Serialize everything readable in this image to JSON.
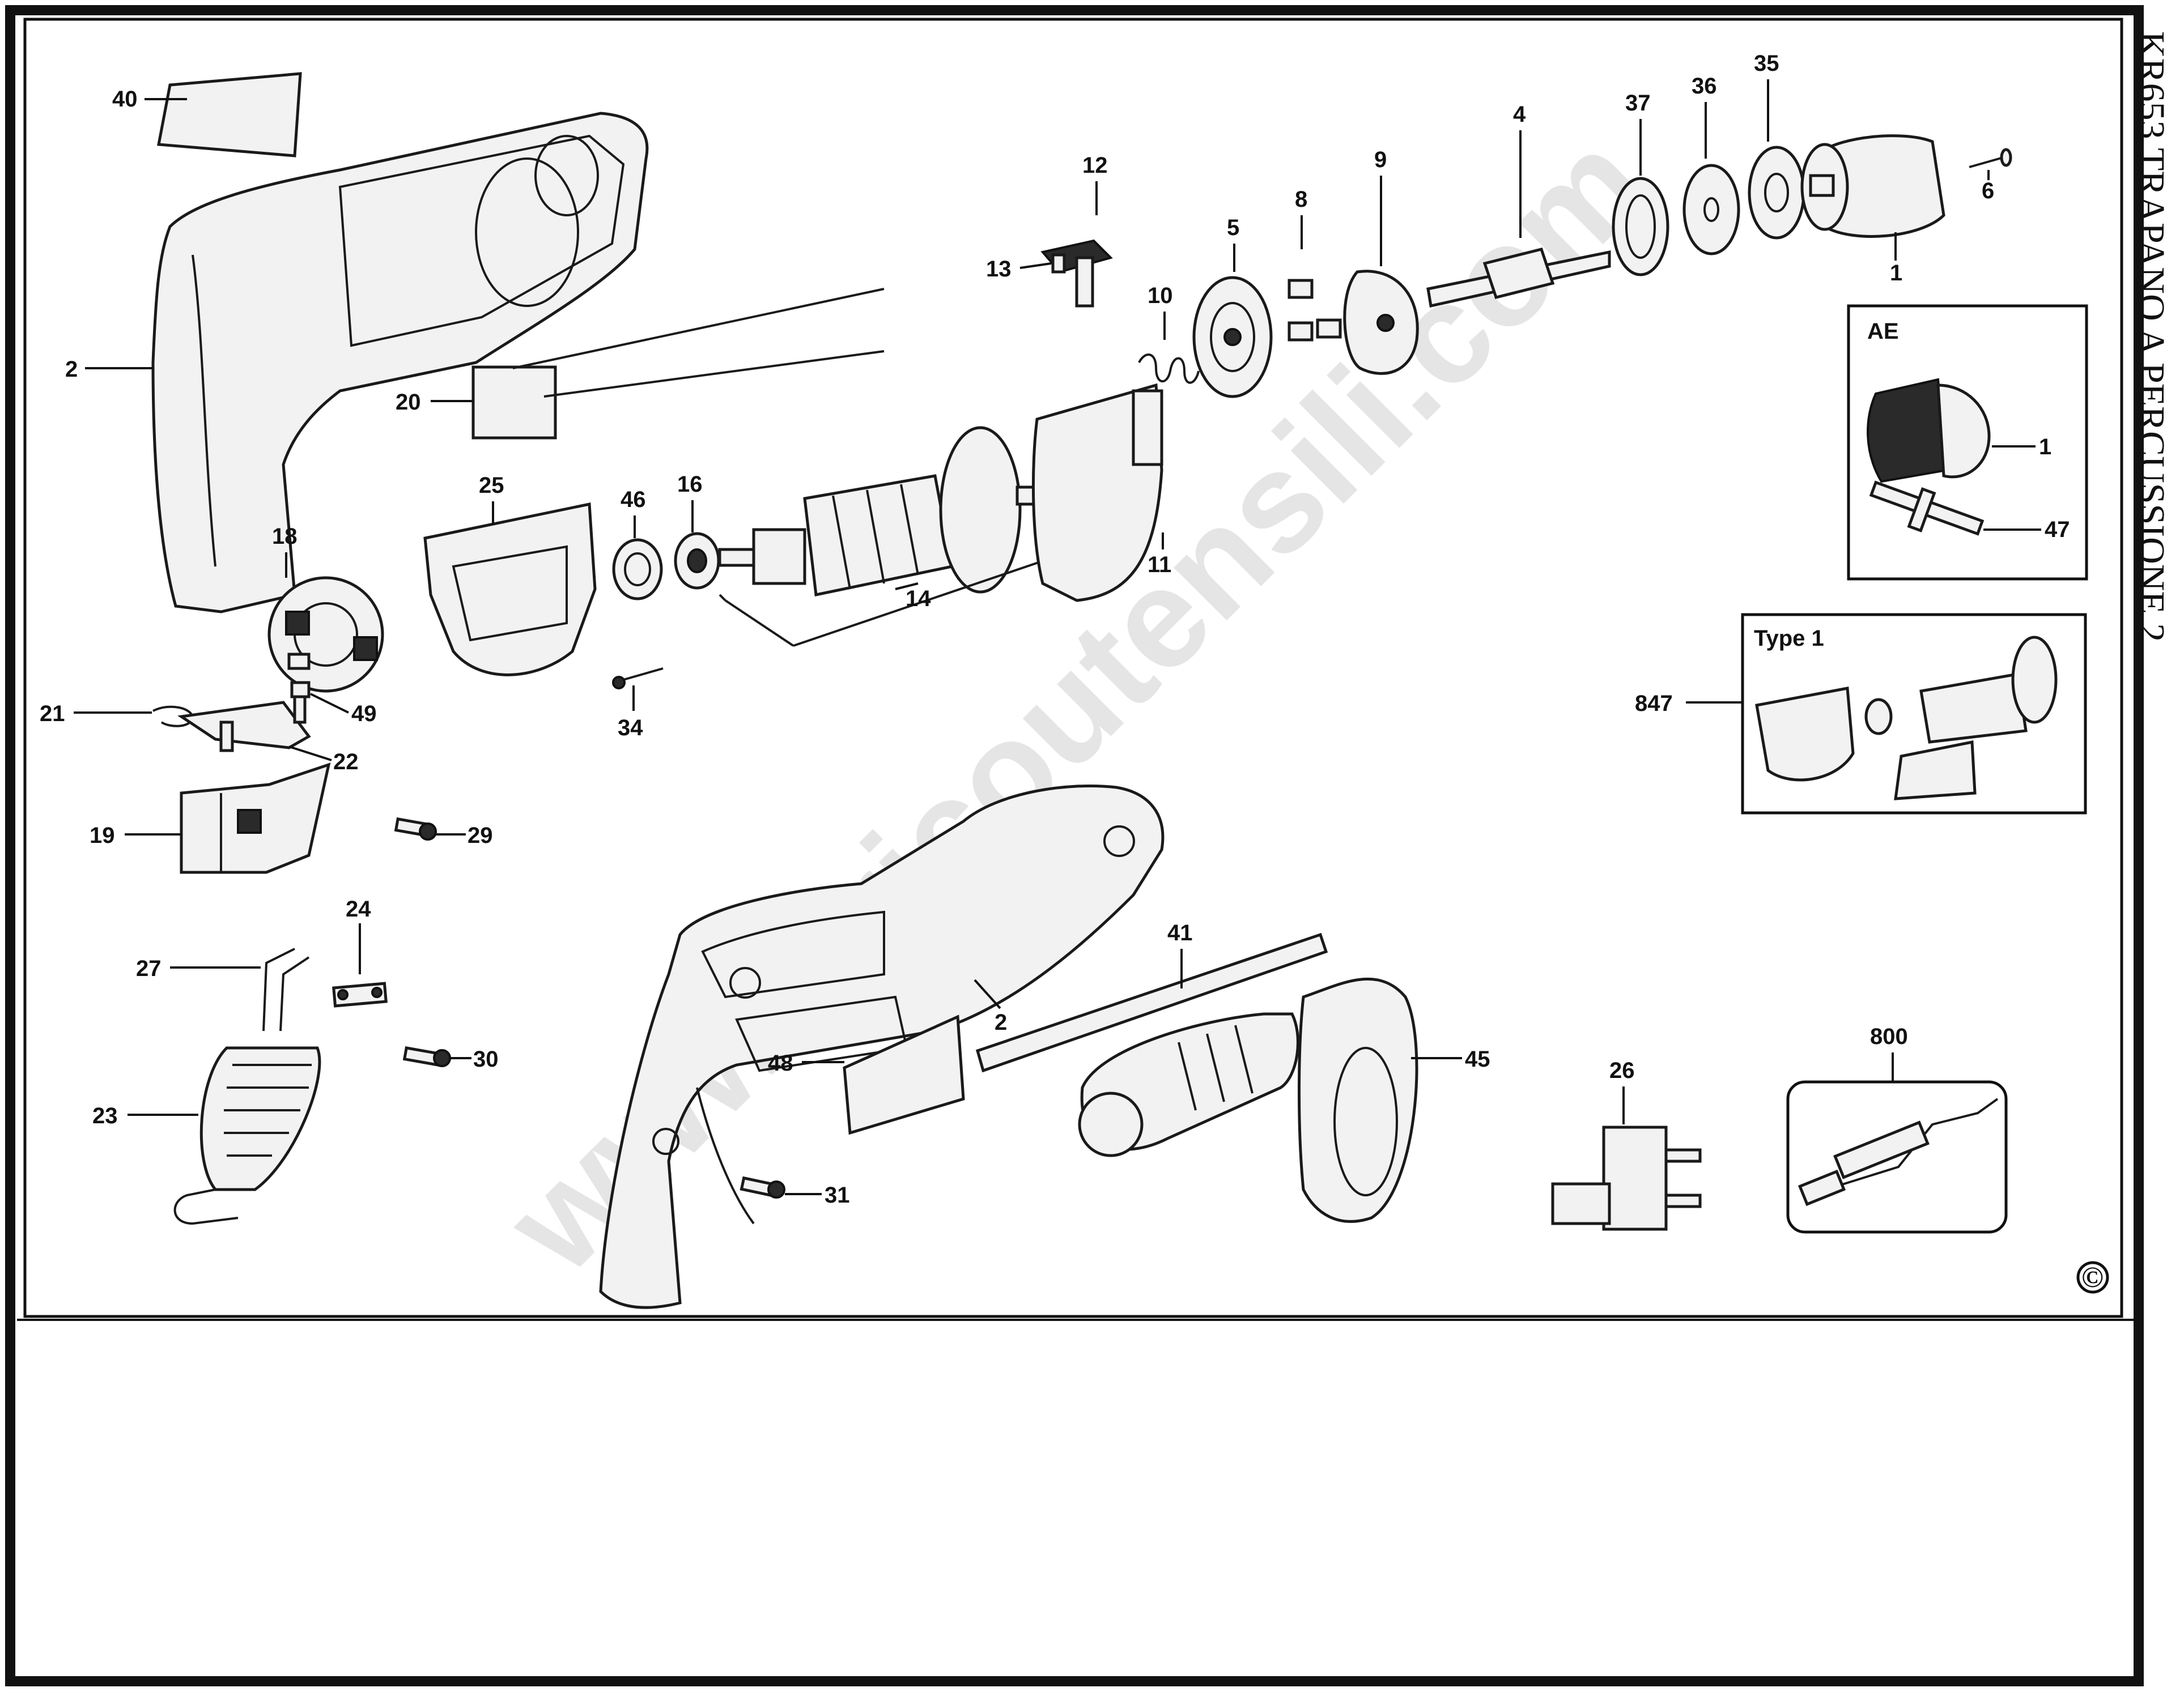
{
  "title": "KR653   TRAPANO A PERCUSSIONE 2",
  "watermark": "www.bricoutensili.com",
  "copyright_symbol": "©",
  "inset_ae": {
    "title": "AE"
  },
  "inset_type1": {
    "title": "Type 1"
  },
  "callouts": [
    {
      "id": "c40",
      "label": "40"
    },
    {
      "id": "c2a",
      "label": "2"
    },
    {
      "id": "c20",
      "label": "20"
    },
    {
      "id": "c18",
      "label": "18"
    },
    {
      "id": "c21",
      "label": "21"
    },
    {
      "id": "c49",
      "label": "49"
    },
    {
      "id": "c22",
      "label": "22"
    },
    {
      "id": "c19",
      "label": "19"
    },
    {
      "id": "c29",
      "label": "29"
    },
    {
      "id": "c24",
      "label": "24"
    },
    {
      "id": "c27",
      "label": "27"
    },
    {
      "id": "c30",
      "label": "30"
    },
    {
      "id": "c23",
      "label": "23"
    },
    {
      "id": "c25",
      "label": "25"
    },
    {
      "id": "c46",
      "label": "46"
    },
    {
      "id": "c16",
      "label": "16"
    },
    {
      "id": "c14",
      "label": "14"
    },
    {
      "id": "c34",
      "label": "34"
    },
    {
      "id": "c13",
      "label": "13"
    },
    {
      "id": "c12",
      "label": "12"
    },
    {
      "id": "c10",
      "label": "10"
    },
    {
      "id": "c11",
      "label": "11"
    },
    {
      "id": "c5",
      "label": "5"
    },
    {
      "id": "c8",
      "label": "8"
    },
    {
      "id": "c9",
      "label": "9"
    },
    {
      "id": "c4",
      "label": "4"
    },
    {
      "id": "c37",
      "label": "37"
    },
    {
      "id": "c36",
      "label": "36"
    },
    {
      "id": "c35",
      "label": "35"
    },
    {
      "id": "c6",
      "label": "6"
    },
    {
      "id": "c1a",
      "label": "1"
    },
    {
      "id": "c1b",
      "label": "1"
    },
    {
      "id": "c47",
      "label": "47"
    },
    {
      "id": "c847",
      "label": "847"
    },
    {
      "id": "c2b",
      "label": "2"
    },
    {
      "id": "c41",
      "label": "41"
    },
    {
      "id": "c48",
      "label": "48"
    },
    {
      "id": "c31",
      "label": "31"
    },
    {
      "id": "c45",
      "label": "45"
    },
    {
      "id": "c26",
      "label": "26"
    },
    {
      "id": "c800",
      "label": "800"
    }
  ]
}
